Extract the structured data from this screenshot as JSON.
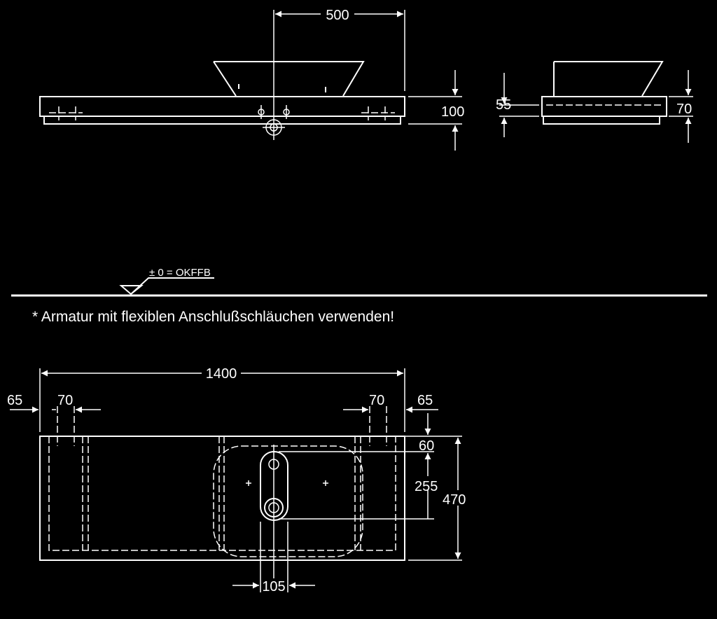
{
  "colors": {
    "background": "#000000",
    "lines": "#ffffff"
  },
  "front_view": {
    "dim_width": "500",
    "dim_height": "100"
  },
  "side_view": {
    "dim_top": "55",
    "dim_bottom": "70"
  },
  "floor_level": {
    "label": "± 0 = OKFFB"
  },
  "note": "* Armatur mit flexiblen Anschlußschläuchen verwenden!",
  "top_view": {
    "dim_total_width": "1400",
    "dim_left_offset": "65",
    "dim_left_spacing": "70",
    "dim_right_spacing": "70",
    "dim_right_offset": "65",
    "dim_tap_offset": "60",
    "dim_drain_offset": "255",
    "dim_depth": "470",
    "dim_drain_width": "105"
  }
}
